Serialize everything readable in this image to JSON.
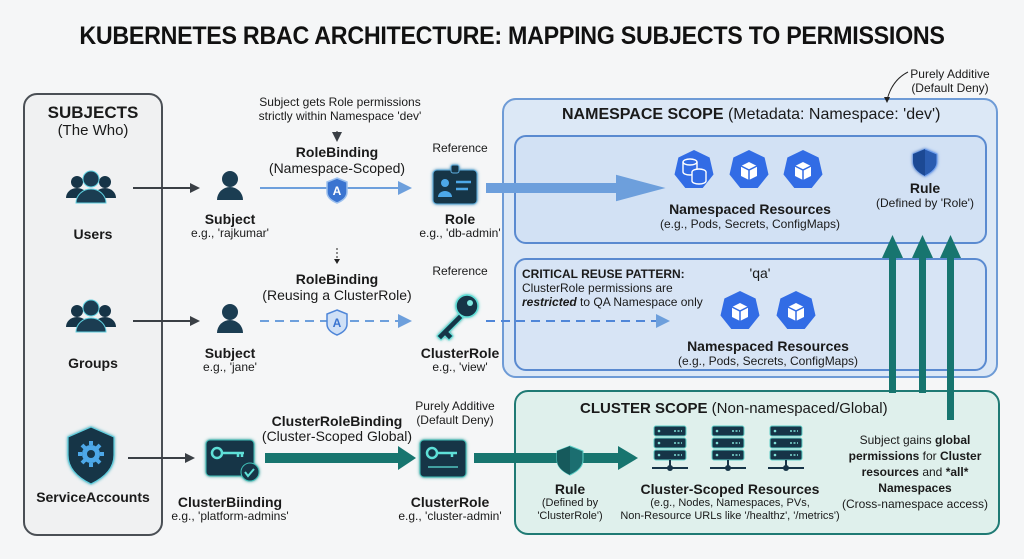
{
  "title": "KUBERNETES RBAC ARCHITECTURE: MAPPING SUBJECTS TO PERMISSIONS",
  "subjects": {
    "heading": "SUBJECTS",
    "subheading": "(The Who)",
    "items": [
      {
        "label": "Users",
        "icon": "users-icon"
      },
      {
        "label": "Groups",
        "icon": "groups-icon"
      },
      {
        "label": "ServiceAccounts",
        "icon": "service-account-shield-icon"
      }
    ]
  },
  "row1": {
    "note": [
      "Subject gets Role permissions",
      "strictly within Namespace 'dev'"
    ],
    "subject_label": "Subject",
    "subject_example": "e.g., 'rajkumar'",
    "binding_title": "RoleBinding",
    "binding_sub": "(Namespace-Scoped)",
    "reference": "Reference",
    "role_label": "Role",
    "role_example": "e.g., 'db-admin'"
  },
  "row2": {
    "subject_label": "Subject",
    "subject_example": "e.g., 'jane'",
    "binding_title": "RoleBinding",
    "binding_sub": "(Reusing a ClusterRole)",
    "reference": "Reference",
    "role_label": "ClusterRole",
    "role_example": "e.g., 'view'"
  },
  "row3": {
    "binding_label": "ClusterBiinding",
    "binding_example": "e.g., 'platform-admins'",
    "crb_title": "ClusterRoleBinding",
    "crb_sub": "(Cluster-Scoped Global)",
    "additive_note": [
      "Purely Additive",
      "(Default Deny)"
    ],
    "role_label": "ClusterRole",
    "role_example": "e.g., 'cluster-admin'"
  },
  "namespace_scope": {
    "additive_note": [
      "Purely Additive",
      "(Default Deny)"
    ],
    "heading_bold": "NAMESPACE SCOPE",
    "heading_rest": " (Metadata: Namespace: 'dev')",
    "dev": {
      "resources_title": "Namespaced Resources",
      "resources_sub": "(e.g., Pods, Secrets, ConfigMaps)",
      "rule_title": "Rule",
      "rule_sub": "(Defined by 'Role')"
    },
    "qa": {
      "ns_name": "'qa'",
      "pattern_title": "CRITICAL REUSE PATTERN:",
      "pattern_line1": "ClusterRole permissions are",
      "pattern_em": "restricted",
      "pattern_line2_rest": " to QA Namespace only",
      "resources_title": "Namespaced Resources",
      "resources_sub": "(e.g., Pods, Secrets, ConfigMaps)"
    }
  },
  "cluster_scope": {
    "heading_bold": "CLUSTER SCOPE",
    "heading_rest": " (Non-namespaced/Global)",
    "rule_title": "Rule",
    "rule_sub1": "(Defined by",
    "rule_sub2": "'ClusterRole')",
    "resources_title": "Cluster-Scoped Resources",
    "resources_sub1": "(e.g., Nodes, Namespaces, PVs,",
    "resources_sub2": "Non-Resource URLs like '/healthz', '/metrics')",
    "gain_l1a": "Subject gains ",
    "gain_l1b": "global",
    "gain_l2a": "permissions",
    "gain_l2b": " for ",
    "gain_l2c": "Cluster",
    "gain_l3a": "resources",
    "gain_l3b": " and ",
    "gain_l3c": "*all*",
    "gain_l4": "Namespaces",
    "gain_l5": "(Cross-namespace access)"
  },
  "colors": {
    "dark_icon": "#163447",
    "blue_arrow": "#6d9fdc",
    "k8s_blue": "#326ce5",
    "teal": "#17756f",
    "ns_bg": "#dce8f6",
    "cluster_bg": "#dff0ec"
  }
}
